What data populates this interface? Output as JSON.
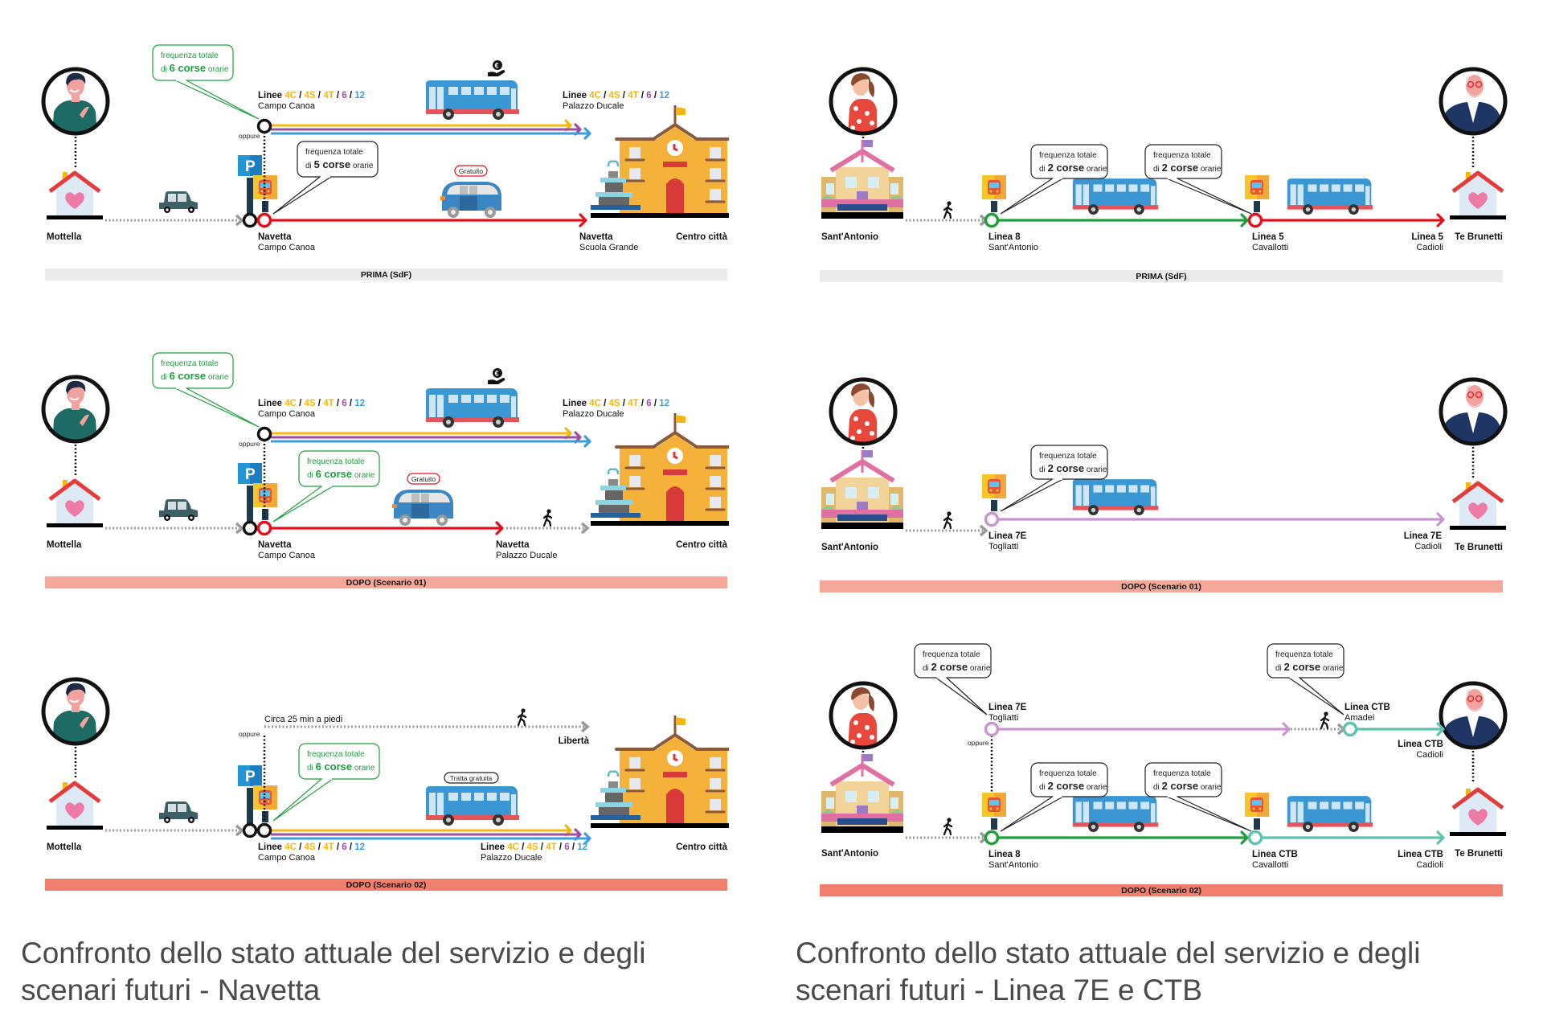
{
  "colors": {
    "line_4c": "#F5B70F",
    "line_4s": "#F5B70F",
    "line_4t": "#F5B70F",
    "line_6": "#9B4FA5",
    "line_12": "#3A9DDC",
    "navetta": "#E3101B",
    "linea8": "#1E9E3E",
    "linea5": "#E3101B",
    "linea7e": "#C896CF",
    "ctb": "#5EC2AE",
    "band_prima": "#EBEBEB",
    "band_scenario01": "#F5A898",
    "band_scenario02": "#F07F6E",
    "caption": "#4A4A4A",
    "bubble_green": "#1E9E3E"
  },
  "common": {
    "linee_prefix": "Linee",
    "line_codes": [
      "4C",
      "4S",
      "4T",
      "6",
      "12"
    ],
    "separator": " / ",
    "bubble_line1": "frequenza totale",
    "bubble_di": "di",
    "bubble_suffix": "orarie",
    "oppure": "oppure"
  },
  "navetta_panel": {
    "caption_line1": "Confronto dello stato attuale del servizio e degli",
    "caption_line2": "scenari futuri - Navetta",
    "origin": "Mottella",
    "destination": "Centro città",
    "rows": [
      {
        "band_label": "PRIMA (SdF)",
        "upper_stop": "Campo Canoa",
        "upper_end_stop": "Palazzo Ducale",
        "upper_bubble_value": "6 corse",
        "lower_line": "Navetta",
        "lower_start_stop": "Campo Canoa",
        "lower_end_line": "Navetta",
        "lower_end_stop": "Scuola Grande",
        "lower_bubble_value": "5 corse",
        "shuttle_badge": "Gratuito"
      },
      {
        "band_label": "DOPO (Scenario 01)",
        "upper_stop": "Campo Canoa",
        "upper_end_stop": "Palazzo Ducale",
        "upper_bubble_value": "6 corse",
        "lower_line": "Navetta",
        "lower_start_stop": "Campo Canoa",
        "lower_end_line": "Navetta",
        "lower_end_stop": "Palazzo Ducale",
        "lower_bubble_value": "6 corse",
        "shuttle_badge": "Gratuito"
      },
      {
        "band_label": "DOPO (Scenario 02)",
        "walk_label": "Circa 25 min a piedi",
        "walk_destination": "Libertà",
        "lower_start_stop": "Campo Canoa",
        "lower_end_stop": "Palazzo Ducale",
        "lower_bubble_value": "6 corse",
        "bus_badge": "Tratta gratuita"
      }
    ]
  },
  "linea_panel": {
    "caption_line1": "Confronto dello stato attuale del servizio e degli",
    "caption_line2": "scenari futuri - Linea 7E e CTB",
    "origin": "Sant'Antonio",
    "destination": "Te Brunetti",
    "rows": [
      {
        "band_label": "PRIMA (SdF)",
        "start_line": "Linea 8",
        "start_stop": "Sant'Antonio",
        "mid_line": "Linea 5",
        "mid_stop": "Cavallotti",
        "end_line": "Linea 5",
        "end_stop": "Cadioli",
        "bubble1_value": "2 corse",
        "bubble2_value": "2 corse"
      },
      {
        "band_label": "DOPO (Scenario 01)",
        "start_line": "Linea 7E",
        "start_stop": "Togliatti",
        "end_line": "Linea 7E",
        "end_stop": "Cadioli",
        "bubble1_value": "2 corse"
      },
      {
        "band_label": "DOPO (Scenario 02)",
        "upper_start_line": "Linea 7E",
        "upper_start_stop": "Togliatti",
        "upper_transfer_line": "Linea CTB",
        "upper_transfer_stop": "Amadei",
        "upper_end_line": "Linea CTB",
        "upper_end_stop": "Cadioli",
        "upper_bubble1_value": "2 corse",
        "upper_bubble2_value": "2 corse",
        "lower_start_line": "Linea 8",
        "lower_start_stop": "Sant'Antonio",
        "lower_mid_line": "Linea CTB",
        "lower_mid_stop": "Cavallotti",
        "lower_end_line": "Linea CTB",
        "lower_end_stop": "Cadioli",
        "lower_bubble1_value": "2 corse",
        "lower_bubble2_value": "2 corse"
      }
    ]
  }
}
